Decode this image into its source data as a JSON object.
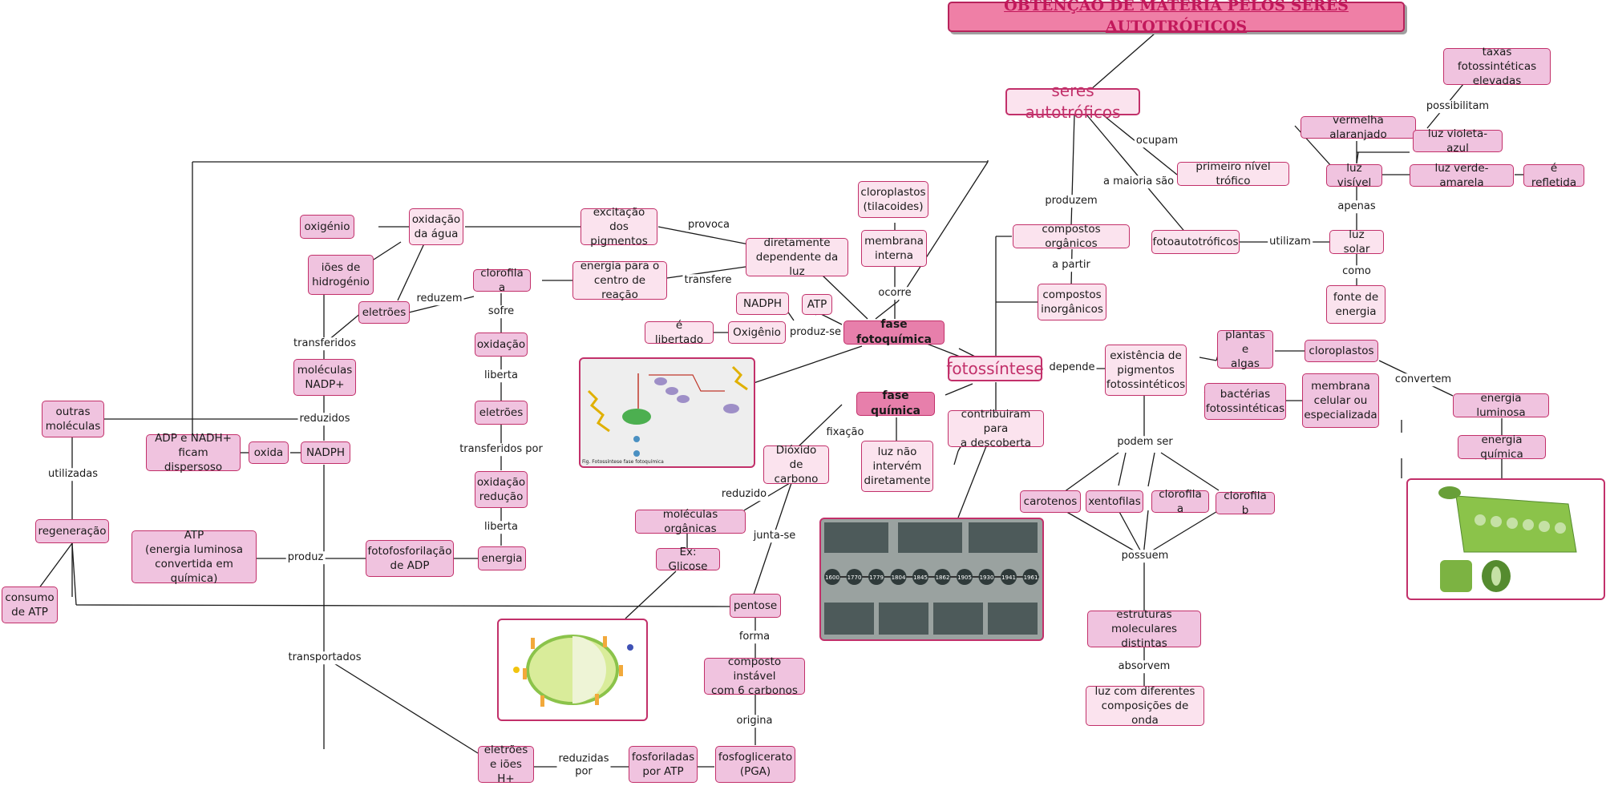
{
  "title": "OBTENÇÃO DE MATÉRIA PELOS SERES AUTOTRÓFICOS",
  "nodes": {
    "seres_autotroficos": "seres autotróficos",
    "taxas": "taxas fotossintéticas\nelevadas",
    "vermelha": "vermelha alaranjado",
    "violeta": "luz violeta-azul",
    "primeiro_nivel": "primeiro nível trófico",
    "luz_visivel": "luz visível",
    "verde_amarela": "luz verde-amarela",
    "refletida": "é refletida",
    "compostos_organicos": "compostos orgânicos",
    "fotoautotroficos": "fotoautotróficos",
    "luz_solar": "luz solar",
    "cloroplastos_tilacoides": "cloroplastos\n(tilacoides)",
    "membrana_interna": "membrana\ninterna",
    "fonte_energia": "fonte de\nenergia",
    "compostos_inorganicos": "compostos\ninorgânicos",
    "oxigenio": "oxigénio",
    "oxidacao_agua": "oxidação\nda água",
    "excitacao": "excitação dos\npigmentos",
    "diretamente": "diretamente\ndependente da luz",
    "ioes_hidrogenio": "iões de\nhidrogénio",
    "clorofila_a": "clorofila a",
    "energia_centro": "energia para o\ncentro de reação",
    "eletroes_1": "eletrões",
    "nadph_top": "NADPH",
    "atp_top": "ATP",
    "e_libertado": "é libertado",
    "oxigenio_2": "Oxigênio",
    "fase_fotoquimica": "fase fotoquímica",
    "fotossintese": "fotossíntese",
    "existencia": "existência de\npigmentos\nfotossintéticos",
    "plantas_algas": "plantas e\nalgas",
    "cloroplastos": "cloroplastos",
    "oxidacao": "oxidação",
    "moleculas_nadp": "moléculas\nNADP+",
    "bacterias": "bactérias\nfotossintéticas",
    "membrana_celular": "membrana\ncelular ou\nespecializada",
    "energia_luminosa": "energia luminosa",
    "fase_quimica": "fase química",
    "contribuiram": "contribuiram para\na descoberta",
    "outras_moleculas": "outras\nmoléculas",
    "eletroes_2": "eletrões",
    "dioxido": "Dióxido de\ncarbono",
    "energia_quimica": "energia química",
    "adp_nadh": "ADP e NADH+\nficam dispersoso",
    "oxida": "oxida",
    "nadph": "NADPH",
    "luz_nao": "luz não\nintervém\ndiretamente",
    "oxidacao_reducao": "oxidação\nredução",
    "carotenos": "carotenos",
    "xantofilas": "xentofilas",
    "clorofila_a2": "clorofila a",
    "clorofila_b": "clorofila b",
    "moleculas_organicas": "moléculas orgânicas",
    "regeneracao": "regeneração",
    "atp_box": "ATP\n(energia luminosa\nconvertida em química)",
    "fotofosforilacao": "fotofosforilação\nde ADP",
    "energia": "energia",
    "ex_glicose": "Ex: Glicose",
    "consumo_atp": "consumo\nde ATP",
    "pentose": "pentose",
    "estruturas": "estruturas\nmoleculares distintas",
    "composto_instavel": "composto instável\ncom 6 carbonos",
    "luz_diferentes": "luz com diferentes\ncomposições de onda",
    "eletroes_ioes": "eletrões\ne iões H+",
    "fosforiladas": "fosforiladas\npor ATP",
    "pga": "fosfoglicerato\n(PGA)"
  },
  "labels": {
    "ocupam": "ocupam",
    "possibilitam": "possibilitam",
    "produzem": "produzem",
    "a_maioria_sao": "a maioria são",
    "apenas": "apenas",
    "utilizam": "utilizam",
    "como": "como",
    "a_partir": "a partir",
    "provoca": "provoca",
    "transfere": "transfere",
    "ocorre": "ocorre",
    "reduzem": "reduzem",
    "sofre": "sofre",
    "produz_se": "produz-se",
    "transferidos": "transferidos",
    "depende": "depende",
    "liberta_1": "liberta",
    "convertem": "convertem",
    "reduzidos": "reduzidos",
    "utilizadas": "utilizadas",
    "fixacao": "fixação",
    "transferidos_por": "transferidos por",
    "podem_ser": "podem ser",
    "reduzido": "reduzido",
    "liberta_2": "liberta",
    "junta_se": "junta-se",
    "produz": "produz",
    "possuem": "possuem",
    "forma": "forma",
    "transportados": "transportados",
    "absorvem": "absorvem",
    "origina": "origina",
    "reduzidas_por": "reduzidas\npor"
  },
  "images": {
    "diagram_fotoquimica": "Fotossíntese — fase fotoquímica (cadeia de transporte)",
    "timeline_descoberta": "Linha cronológica das descobertas da fotossíntese",
    "ciclo_calvin": "Ciclo de Calvin (fase química)",
    "estrutura_folha": "Estrutura da folha e cloroplasto"
  },
  "image_texts": {
    "timeline_years": [
      "1600",
      "1770",
      "1779",
      "1804",
      "1845",
      "1862",
      "1905",
      "1930",
      "1941",
      "1961"
    ],
    "diagram_fotoquimica_caption": "Fig. Fotossíntese fase fotoquímica"
  },
  "colors": {
    "node_fill": "#f0c3df",
    "node_light": "#fbe3ee",
    "border": "#c2306a",
    "emphasis": "#e77fab",
    "title_fill": "#ef7fa6",
    "line": "#1a1a1a"
  }
}
